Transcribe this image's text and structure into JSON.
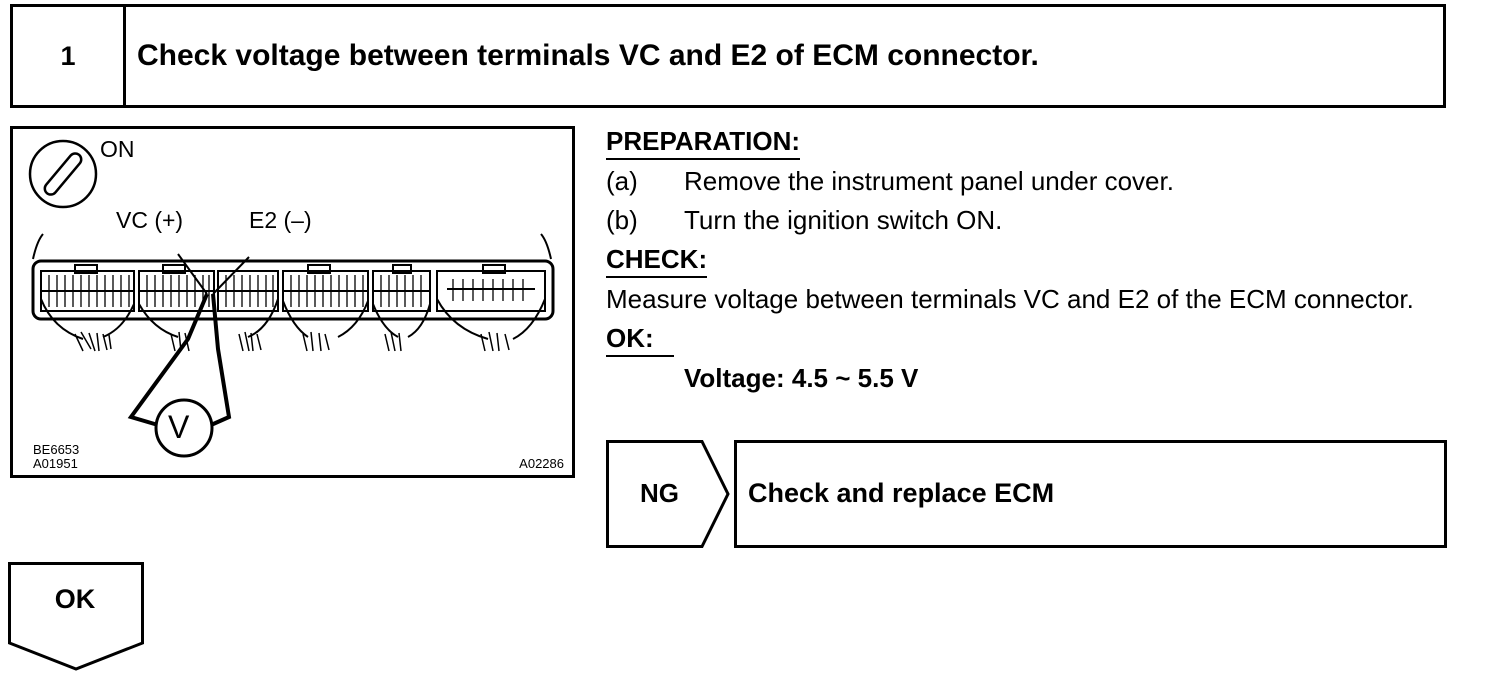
{
  "step": {
    "number": "1",
    "title": "Check voltage between terminals VC and E2 of ECM connector."
  },
  "figure": {
    "ignition_label": "ON",
    "vc_label": "VC (+)",
    "e2_label": "E2 (–)",
    "meter_symbol": "V",
    "code_left_1": "BE6653",
    "code_left_2": "A01951",
    "code_right": "A02286",
    "icons": [
      "ignition-key-icon",
      "voltmeter-icon",
      "ecm-connector-illustration"
    ]
  },
  "preparation": {
    "heading": "PREPARATION:",
    "steps": [
      {
        "tag": "(a)",
        "text": "Remove the instrument panel under cover."
      },
      {
        "tag": "(b)",
        "text": "Turn the ignition switch ON."
      }
    ]
  },
  "check": {
    "heading": "CHECK:",
    "text": "Measure voltage between terminals VC and E2 of the ECM connector."
  },
  "ok_spec": {
    "heading": "OK:",
    "value": "Voltage: 4.5 ~ 5.5 V"
  },
  "ng_branch": {
    "label": "NG",
    "result": "Check and replace ECM"
  },
  "ok_branch": {
    "label": "OK"
  }
}
